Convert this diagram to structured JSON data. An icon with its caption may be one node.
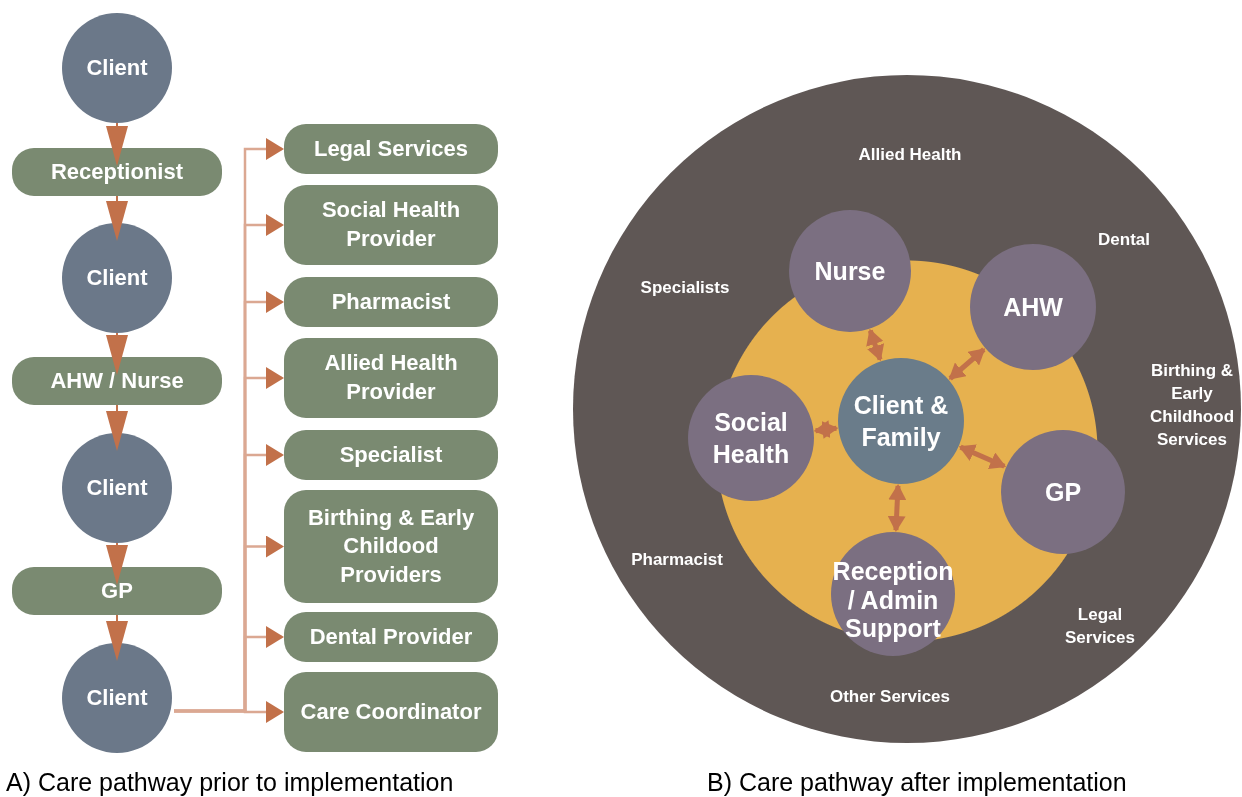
{
  "diagram": {
    "nodes": [
      {
        "text": [
          "Client"
        ]
      },
      {
        "text": [
          "Receptionist"
        ]
      },
      {
        "text": [
          "Client"
        ]
      },
      {
        "text": [
          "AHW / Nurse"
        ]
      },
      {
        "text": [
          "Client"
        ]
      },
      {
        "text": [
          "GP"
        ]
      },
      {
        "text": [
          "Client"
        ]
      },
      {
        "text": [
          "Legal Services"
        ]
      },
      {
        "text": [
          "Social Health Provider"
        ]
      },
      {
        "text": [
          "Pharmacist"
        ]
      },
      {
        "text": [
          "Allied Health Provider"
        ]
      },
      {
        "text": [
          "Specialist"
        ]
      },
      {
        "text": [
          "Birthing & Early Childood Providers"
        ]
      },
      {
        "text": [
          "Dental Provider"
        ]
      },
      {
        "text": [
          "Care Coordinator"
        ]
      },
      {
        "text": [
          "Allied Health",
          "Dental",
          "Specialists",
          "Birthing & Early Childhood Services",
          "Pharmacist",
          "Legal Services",
          "Other Services"
        ]
      },
      {
        "text": [
          "Nurse"
        ],
        "in": 15
      },
      {
        "text": [
          "AHW"
        ],
        "in": 15
      },
      {
        "text": [
          "Social Health"
        ],
        "in": 15
      },
      {
        "text": [
          "Client & Family"
        ],
        "in": 15
      },
      {
        "text": [
          "GP"
        ],
        "in": 15
      },
      {
        "text": [
          "Reception / Admin Support"
        ],
        "in": 15
      }
    ],
    "edges": [
      {
        "from": 0,
        "to": 1,
        "arrow": "to"
      },
      {
        "from": 1,
        "to": 2,
        "arrow": "to"
      },
      {
        "from": 2,
        "to": 3,
        "arrow": "to"
      },
      {
        "from": 3,
        "to": 4,
        "arrow": "to"
      },
      {
        "from": 4,
        "to": 5,
        "arrow": "to"
      },
      {
        "from": 5,
        "to": 6,
        "arrow": "to"
      },
      {
        "from": 6,
        "to": 7,
        "arrow": "to"
      },
      {
        "from": 6,
        "to": 8,
        "arrow": "to"
      },
      {
        "from": 6,
        "to": 9,
        "arrow": "to"
      },
      {
        "from": 6,
        "to": 10,
        "arrow": "to"
      },
      {
        "from": 6,
        "to": 11,
        "arrow": "to"
      },
      {
        "from": 6,
        "to": 12,
        "arrow": "to"
      },
      {
        "from": 6,
        "to": 13,
        "arrow": "to"
      },
      {
        "from": 6,
        "to": 14,
        "arrow": "to"
      },
      {
        "from": 19,
        "to": 16,
        "arrow": "both",
        "style": "thick"
      },
      {
        "from": 19,
        "to": 17,
        "arrow": "both",
        "style": "thick"
      },
      {
        "from": 19,
        "to": 18,
        "arrow": "both",
        "style": "thick"
      },
      {
        "from": 19,
        "to": 20,
        "arrow": "both",
        "style": "thick"
      },
      {
        "from": 19,
        "to": 21,
        "arrow": "both",
        "style": "thick"
      }
    ],
    "labels": [
      "A) Care pathway prior to implementation",
      "B) Care pathway after implementation"
    ]
  }
}
